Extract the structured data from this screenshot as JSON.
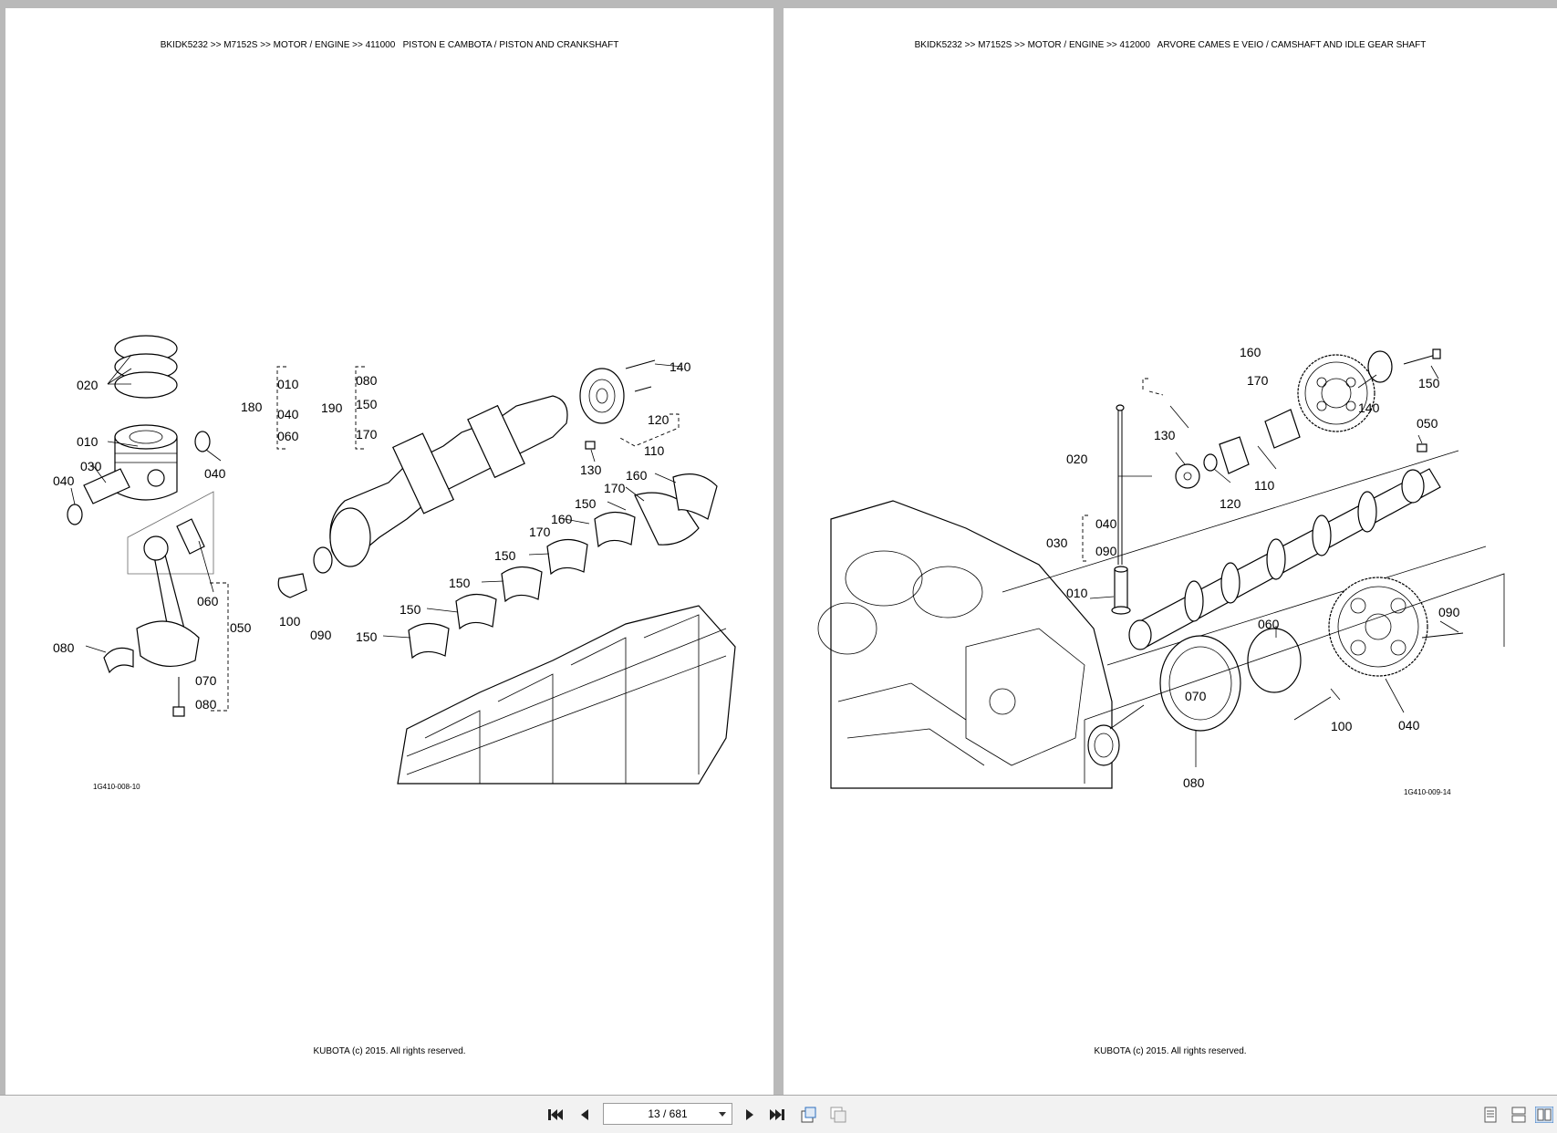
{
  "pages": [
    {
      "header": "BKIDK5232 >> M7152S >> MOTOR / ENGINE >> 411000   PISTON E CAMBOTA / PISTON AND CRANKSHAFT",
      "footer": "KUBOTA (c) 2015. All rights reserved.",
      "figure_ref": "1G410-008-10",
      "callouts": {
        "c020": "020",
        "c010": "010",
        "c030": "030",
        "c040a": "040",
        "c040b": "040",
        "c060": "060",
        "c050": "050",
        "c080a": "080",
        "c070": "070",
        "c080b": "080",
        "c180": "180",
        "c180_1": "010",
        "c180_2": "040",
        "c180_3": "060",
        "c190": "190",
        "c190_1": "080",
        "c190_2": "150",
        "c190_3": "170",
        "c140": "140",
        "c120": "120",
        "c110": "110",
        "c130": "130",
        "c160a": "160",
        "c170a": "170",
        "c150a": "150",
        "c170b": "170",
        "c160b": "160",
        "c150b": "150",
        "c150c": "150",
        "c150d": "150",
        "c150e": "150",
        "c100": "100",
        "c090": "090"
      }
    },
    {
      "header": "BKIDK5232 >> M7152S >> MOTOR / ENGINE >> 412000   ARVORE CAMES E VEIO / CAMSHAFT AND IDLE GEAR SHAFT",
      "footer": "KUBOTA (c) 2015. All rights reserved.",
      "figure_ref": "1G410-009-14",
      "callouts": {
        "c160": "160",
        "c170": "170",
        "c140": "140",
        "c150": "150",
        "c050": "050",
        "c130": "130",
        "c020": "020",
        "c120": "120",
        "c110": "110",
        "c030": "030",
        "c030_1": "040",
        "c030_2": "090",
        "c010": "010",
        "c060": "060",
        "c090": "090",
        "c070": "070",
        "c100": "100",
        "c040": "040",
        "c080": "080"
      }
    }
  ],
  "toolbar": {
    "page_indicator": "13 / 681",
    "icons": [
      "first-page-icon",
      "previous-page-icon",
      "next-page-icon",
      "last-page-icon",
      "rotate-icon",
      "rotate-back-icon",
      "single-page-view-icon",
      "continuous-view-icon",
      "two-page-view-icon"
    ]
  }
}
